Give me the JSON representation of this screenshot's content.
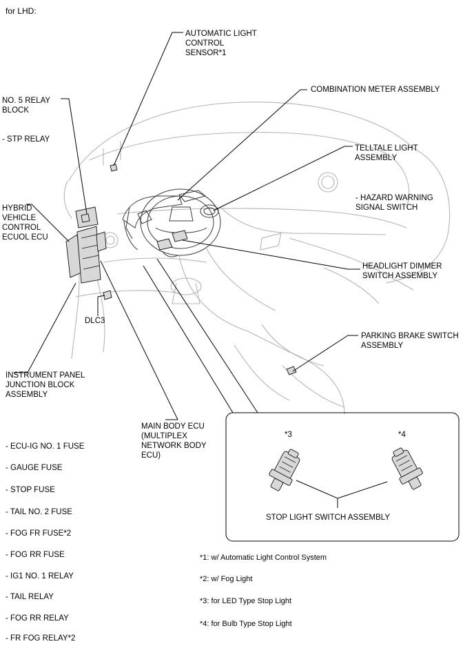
{
  "header": "for LHD:",
  "labels": {
    "auto_light_sensor": "AUTOMATIC LIGHT\nCONTROL\nSENSOR*1",
    "combination_meter": "COMBINATION METER ASSEMBLY",
    "no5_relay_block": "NO. 5 RELAY\nBLOCK",
    "stp_relay": "- STP RELAY",
    "telltale_light": "TELLTALE LIGHT\nASSEMBLY",
    "hazard_switch": "- HAZARD WARNING\nSIGNAL SWITCH",
    "hybrid_ecu": "HYBRID\nVEHICLE\nCONTROL\nECUOL ECU",
    "headlight_dimmer": "HEADLIGHT DIMMER\nSWITCH ASSEMBLY",
    "dlc3": "DLC3",
    "parking_brake": "PARKING BRAKE SWITCH\nASSEMBLY",
    "instrument_panel_jb": "INSTRUMENT PANEL\nJUNCTION BLOCK\nASSEMBLY",
    "main_body_ecu": "MAIN BODY ECU\n(MULTIPLEX\nNETWORK BODY\nECU)",
    "inset_star3": "*3",
    "inset_star4": "*4",
    "stop_light_switch": "STOP LIGHT SWITCH ASSEMBLY"
  },
  "fuse_list": [
    "- ECU-IG NO. 1 FUSE",
    "- GAUGE FUSE",
    "- STOP FUSE",
    "- TAIL NO. 2 FUSE",
    "- FOG FR FUSE*2",
    "- FOG RR FUSE",
    "- IG1 NO. 1 RELAY",
    "- TAIL RELAY",
    "- FOG RR RELAY",
    "- FR FOG RELAY*2"
  ],
  "notes": [
    "*1: w/ Automatic Light Control System",
    "*2: w/ Fog Light",
    "*3: for LED Type Stop Light",
    "*4: for Bulb Type Stop Light"
  ]
}
